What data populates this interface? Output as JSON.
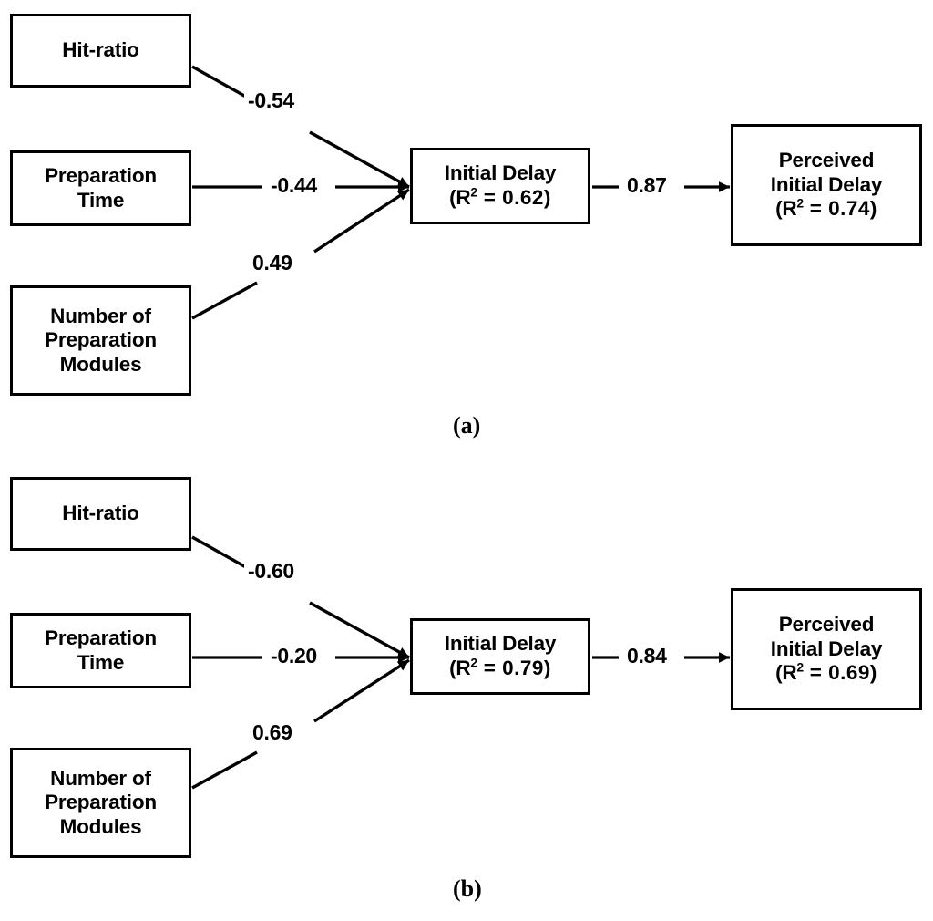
{
  "figure": {
    "type": "path-diagram",
    "background_color": "#ffffff",
    "stroke_color": "#000000",
    "panels": [
      {
        "caption": "(a)",
        "nodes": {
          "hit_ratio": {
            "label": "Hit-ratio"
          },
          "preparation_time": {
            "line1": "Preparation",
            "line2": "Time"
          },
          "preparation_modules": {
            "line1": "Number of",
            "line2": "Preparation",
            "line3": "Modules"
          },
          "initial_delay": {
            "line1": "Initial Delay",
            "r2_open": "(R",
            "r2_sup": "2",
            "r2_value": " = 0.62)"
          },
          "perceived_initial_delay": {
            "line1": "Perceived",
            "line2": "Initial Delay",
            "r2_open": "(R",
            "r2_sup": "2",
            "r2_value": " = 0.74)"
          }
        },
        "paths": {
          "hit_ratio_to_initial_delay": "-0.54",
          "preparation_time_to_initial_delay": "-0.44",
          "preparation_modules_to_initial_delay": "0.49",
          "initial_delay_to_perceived": "0.87"
        }
      },
      {
        "caption": "(b)",
        "nodes": {
          "hit_ratio": {
            "label": "Hit-ratio"
          },
          "preparation_time": {
            "line1": "Preparation",
            "line2": "Time"
          },
          "preparation_modules": {
            "line1": "Number of",
            "line2": "Preparation",
            "line3": "Modules"
          },
          "initial_delay": {
            "line1": "Initial Delay",
            "r2_open": "(R",
            "r2_sup": "2",
            "r2_value": " = 0.79)"
          },
          "perceived_initial_delay": {
            "line1": "Perceived",
            "line2": "Initial Delay",
            "r2_open": "(R",
            "r2_sup": "2",
            "r2_value": " = 0.69)"
          }
        },
        "paths": {
          "hit_ratio_to_initial_delay": "-0.60",
          "preparation_time_to_initial_delay": "-0.20",
          "preparation_modules_to_initial_delay": "0.69",
          "initial_delay_to_perceived": "0.84"
        }
      }
    ]
  },
  "chart_data": {
    "type": "diagram",
    "title": "",
    "subplots": [
      {
        "caption": "(a)",
        "predictors": [
          "Hit-ratio",
          "Preparation Time",
          "Number of Preparation Modules"
        ],
        "mediator": "Initial Delay",
        "outcome": "Perceived Initial Delay",
        "path_coefficients": [
          {
            "from": "Hit-ratio",
            "to": "Initial Delay",
            "value": -0.54
          },
          {
            "from": "Preparation Time",
            "to": "Initial Delay",
            "value": -0.44
          },
          {
            "from": "Number of Preparation Modules",
            "to": "Initial Delay",
            "value": 0.49
          },
          {
            "from": "Initial Delay",
            "to": "Perceived Initial Delay",
            "value": 0.87
          }
        ],
        "r_squared": {
          "Initial Delay": 0.62,
          "Perceived Initial Delay": 0.74
        }
      },
      {
        "caption": "(b)",
        "predictors": [
          "Hit-ratio",
          "Preparation Time",
          "Number of Preparation Modules"
        ],
        "mediator": "Initial Delay",
        "outcome": "Perceived Initial Delay",
        "path_coefficients": [
          {
            "from": "Hit-ratio",
            "to": "Initial Delay",
            "value": -0.6
          },
          {
            "from": "Preparation Time",
            "to": "Initial Delay",
            "value": -0.2
          },
          {
            "from": "Number of Preparation Modules",
            "to": "Initial Delay",
            "value": 0.69
          },
          {
            "from": "Initial Delay",
            "to": "Perceived Initial Delay",
            "value": 0.84
          }
        ],
        "r_squared": {
          "Initial Delay": 0.79,
          "Perceived Initial Delay": 0.69
        }
      }
    ]
  }
}
